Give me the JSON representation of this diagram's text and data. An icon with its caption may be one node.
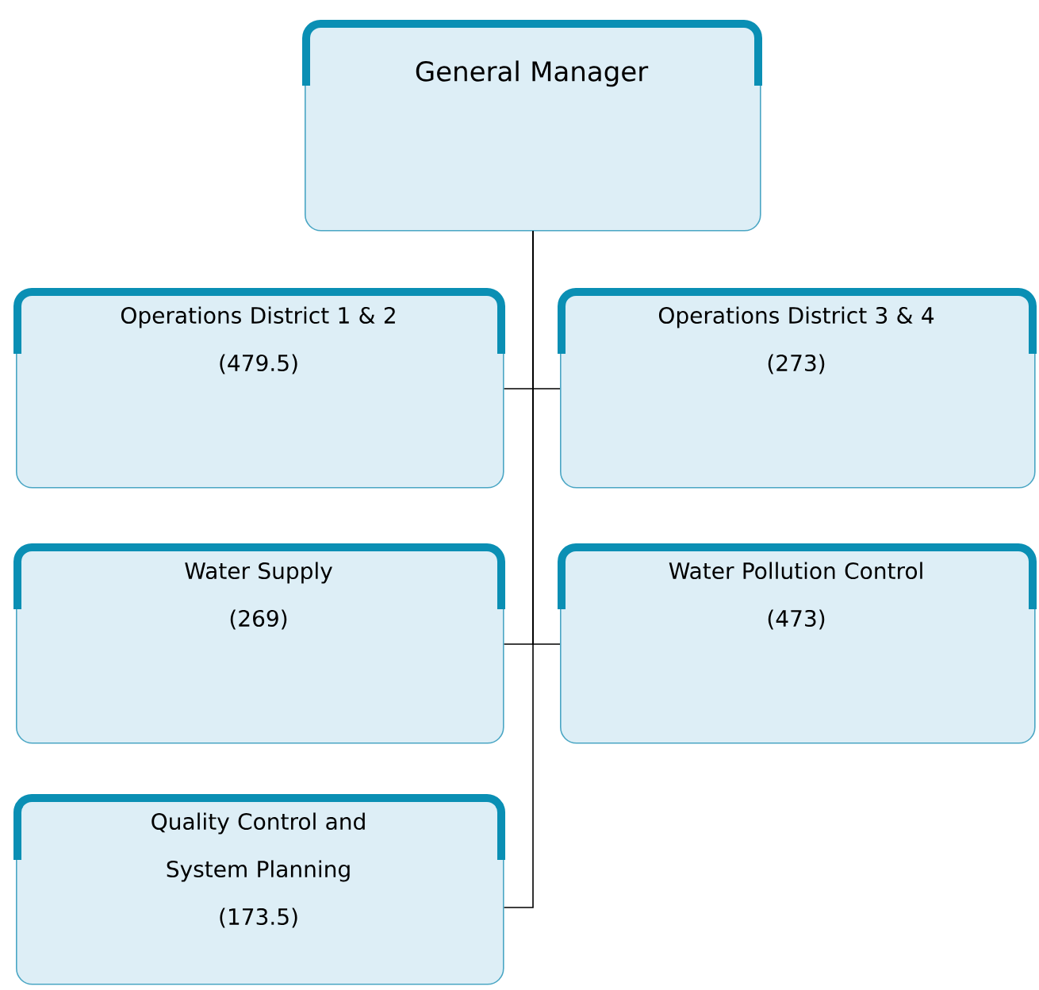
{
  "diagram": {
    "nodes": [
      {
        "text": [
          "General Manager"
        ]
      },
      {
        "text": [
          "Operations District 1 & 2",
          "(479.5)"
        ]
      },
      {
        "text": [
          "Operations District 3 & 4",
          "(273)"
        ]
      },
      {
        "text": [
          "Water Supply",
          "(269)"
        ]
      },
      {
        "text": [
          "Water Pollution Control",
          "(473)"
        ]
      },
      {
        "text": [
          "Quality Control and System Planning",
          "(173.5)"
        ]
      }
    ],
    "edges": [
      {
        "from": 0,
        "to": 1,
        "arrow": "none"
      },
      {
        "from": 0,
        "to": 2,
        "arrow": "none"
      },
      {
        "from": 0,
        "to": 3,
        "arrow": "none"
      },
      {
        "from": 0,
        "to": 4,
        "arrow": "none"
      },
      {
        "from": 0,
        "to": 5,
        "arrow": "none"
      }
    ]
  }
}
